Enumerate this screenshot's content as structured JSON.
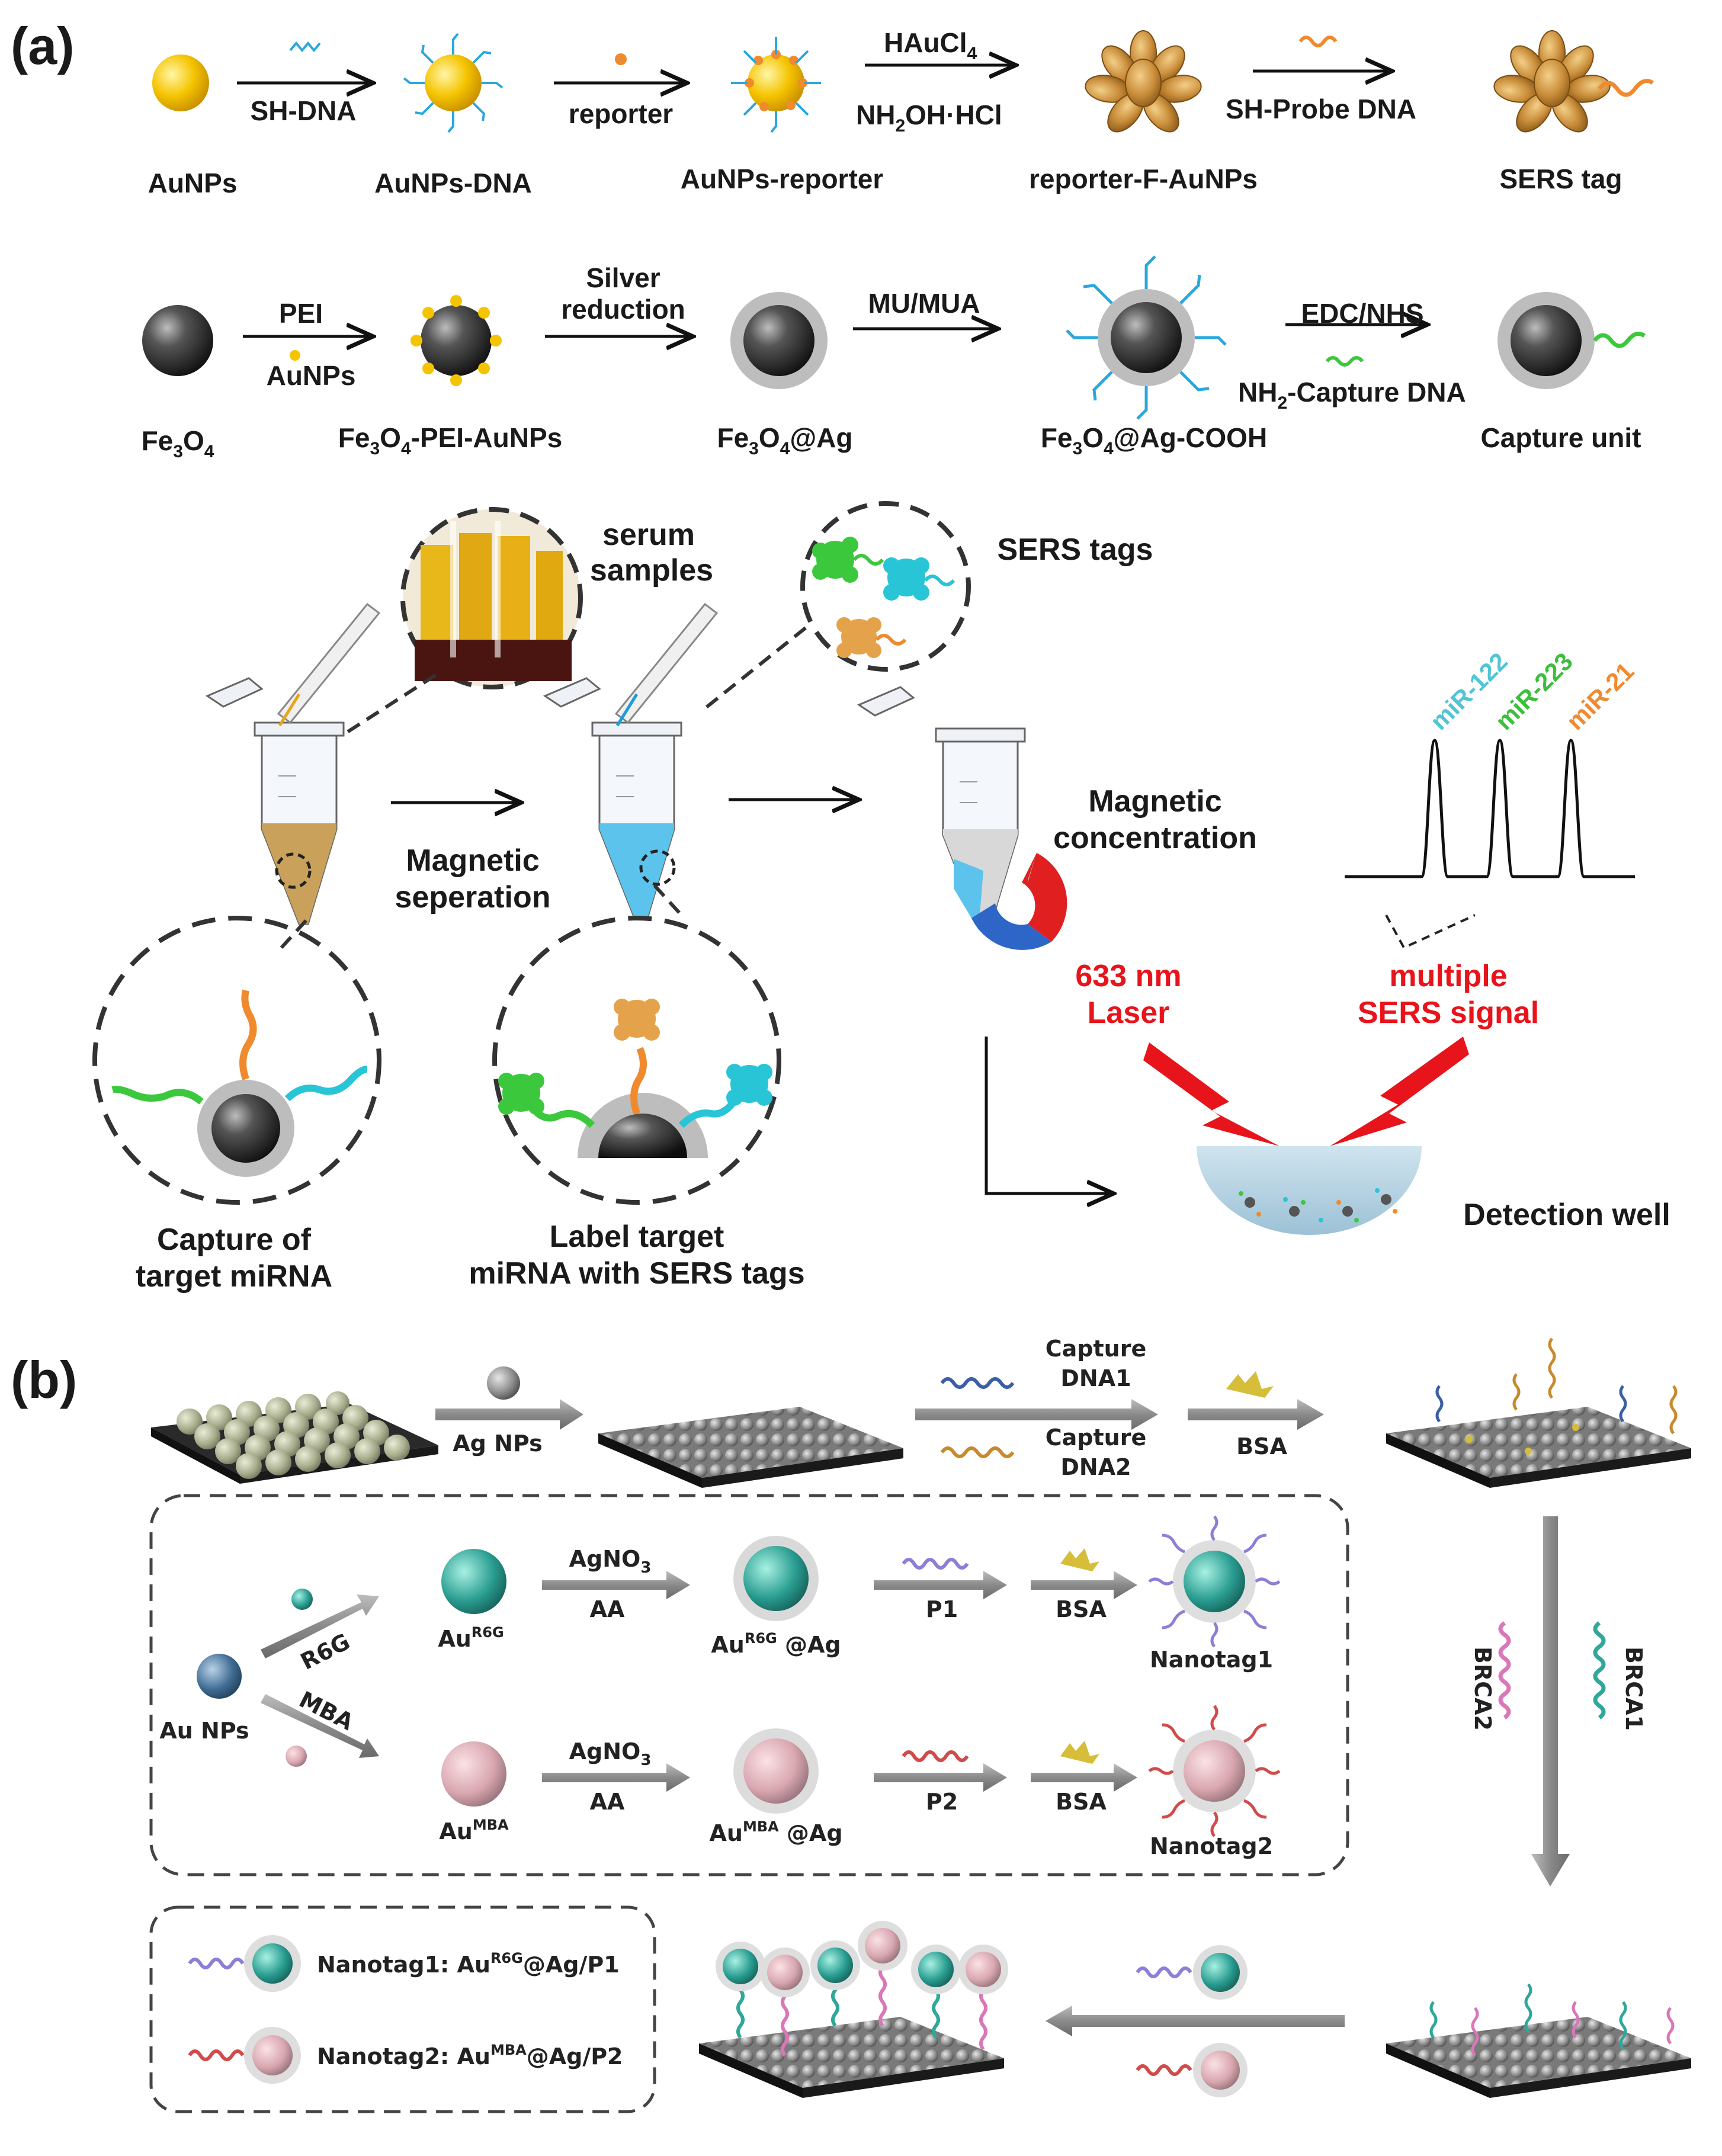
{
  "panel_a": {
    "label": "(a)",
    "row1": {
      "nodes": [
        "AuNPs",
        "AuNPs-DNA",
        "AuNPs-reporter",
        "reporter-F-AuNPs",
        "SERS tag"
      ],
      "arrows": [
        "SH-DNA",
        "reporter",
        "HAuCl",
        "NH",
        "OH·HCl",
        "SH-Probe DNA"
      ],
      "sub4": "4",
      "sub2": "2"
    },
    "row2": {
      "fe": "Fe",
      "o": "O",
      "n3": "3",
      "n4": "4",
      "node2_suffix": "-PEI-AuNPs",
      "node3_suffix": "@Ag",
      "node4_suffix": "@Ag-COOH",
      "node5": "Capture unit",
      "arrows": [
        "PEI",
        "AuNPs",
        "Silver",
        "reduction",
        "MU/MUA",
        "EDC/NHS",
        "NH",
        "-Capture DNA"
      ],
      "sub2": "2"
    },
    "workflow": {
      "serum": [
        "serum",
        "samples"
      ],
      "sers_tags": "SERS tags",
      "mag_sep": [
        "Magnetic",
        "seperation"
      ],
      "mag_conc": [
        "Magnetic",
        "concentration"
      ],
      "peaks": [
        "miR-122",
        "miR-223",
        "miR-21"
      ],
      "laser": [
        "633 nm",
        "Laser"
      ],
      "signal": [
        "multiple",
        "SERS signal"
      ],
      "capture": [
        "Capture of",
        "target miRNA"
      ],
      "label": [
        "Label target",
        "miRNA with SERS tags"
      ],
      "well": "Detection well"
    }
  },
  "panel_b": {
    "label": "(b)",
    "top": {
      "agnps": "Ag NPs",
      "cap1": [
        "Capture",
        "DNA1"
      ],
      "cap2": [
        "Capture",
        "DNA2"
      ],
      "bsa": "BSA"
    },
    "synthesis": {
      "aunps": "Au NPs",
      "r6g": "R6G",
      "mba": "MBA",
      "au": "Au",
      "sup_r6g": "R6G",
      "sup_mba": "MBA",
      "ag_suffix": " @Ag",
      "agno": "AgNO",
      "sub3": "3",
      "aa": "AA",
      "p1": "P1",
      "p2": "P2",
      "bsa": "BSA",
      "nanotag1": "Nanotag1",
      "nanotag2": "Nanotag2"
    },
    "side": {
      "brca1": "BRCA1",
      "brca2": "BRCA2"
    },
    "legend": {
      "nt1_prefix": "Nanotag1: Au",
      "nt1_sup": "R6G",
      "nt1_suffix": "@Ag/P1",
      "nt2_prefix": "Nanotag2: Au",
      "nt2_sup": "MBA",
      "nt2_suffix": "@Ag/P2"
    }
  },
  "colors": {
    "gold": "#f5c400",
    "black_sphere": "#3a3a3a",
    "dna_blue": "#39a9d8",
    "laser_red": "#e8141b",
    "tube_brown": "#c9a15a",
    "tube_blue": "#5cc3ec",
    "cyan_tag": "#27c5d6",
    "green_tag": "#3cc83c",
    "orange_tag": "#f0a040",
    "pink_dna": "#d977b8",
    "teal_dna": "#2fa79a",
    "purple_dna": "#8d7fd6",
    "red_dna": "#d14b4b"
  }
}
